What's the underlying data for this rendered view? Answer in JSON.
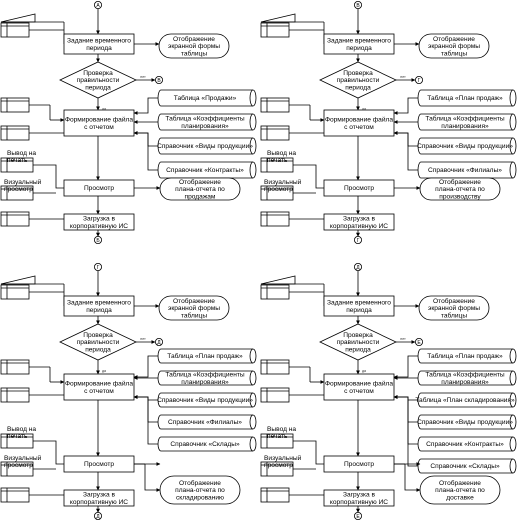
{
  "diagrams": [
    {
      "start_label": "А",
      "end_label": "Б",
      "period_label": "Задание временного периода",
      "screen_form_label": "Отображение экранной формы таблицы",
      "check_label": "Проверка правильности периода",
      "no_label": "нет",
      "yes_label": "да",
      "no_connector": "В",
      "formation_label": "Формирование файла с отчетом",
      "data_sources": [
        "Таблица «Продажи»",
        "Таблица «Коэффициенты планирования»",
        "Справочник «Виды продукции»",
        "Справочник «Контракты»"
      ],
      "print_label": "Вывод на печать",
      "visual_label": "Визуальный просмотр",
      "view_label": "Просмотр",
      "plan_display_label": "Отображение плана-отчета по продажам",
      "load_label": "Загрузка в корпоративную ИС"
    },
    {
      "start_label": "В",
      "end_label": "Г",
      "period_label": "Задание временного периода",
      "screen_form_label": "Отображение экранной формы таблицы",
      "check_label": "Проверка правильности периода",
      "no_label": "нет",
      "yes_label": "да",
      "no_connector": "Г",
      "formation_label": "Формирование файла с отчетом",
      "data_sources": [
        "Таблица «План продаж»",
        "Таблица «Коэффициенты планирования»",
        "Справочник «Виды продукции»",
        "Справочник «Филиалы»"
      ],
      "print_label": "Вывод на печать",
      "visual_label": "Визуальный просмотр",
      "view_label": "Просмотр",
      "plan_display_label": "Отображение плана-отчета по производству",
      "load_label": "Загрузка в корпоративную ИС"
    },
    {
      "start_label": "Г",
      "end_label": "Д",
      "period_label": "Задание временного периода",
      "screen_form_label": "Отображение экранной формы таблицы",
      "check_label": "Проверка правильности периода",
      "no_label": "нет",
      "yes_label": "да",
      "no_connector": "Д",
      "formation_label": "Формирование файла с отчетом",
      "data_sources": [
        "Таблица «План продаж»",
        "Таблица «Коэффициенты планирования»",
        "Справочник «Виды продукции»",
        "Справочник «Филиалы»",
        "Справочник «Склады»"
      ],
      "print_label": "Вывод на печать",
      "visual_label": "Визуальный просмотр",
      "view_label": "Просмотр",
      "plan_display_label": "Отображение плана-отчета по складированию",
      "load_label": "Загрузка в корпоративную ИС"
    },
    {
      "start_label": "Д",
      "end_label": "Е",
      "period_label": "Задание временного периода",
      "screen_form_label": "Отображение экранной формы таблицы",
      "check_label": "Проверка правильности периода",
      "no_label": "нет",
      "yes_label": "да",
      "no_connector": "Е",
      "formation_label": "Формирование файла с отчетом",
      "data_sources": [
        "Таблица «План продаж»",
        "Таблица «Коэффициенты планирования»",
        "Таблица «План складирования»",
        "Справочник «Виды продукции»",
        "Справочник «Контракты»",
        "Справочник «Склады»"
      ],
      "print_label": "Вывод на печать",
      "visual_label": "Визуальный просмотр",
      "view_label": "Просмотр",
      "plan_display_label": "Отображение плана-отчета по доставке",
      "load_label": "Загрузка в корпоративную ИС"
    }
  ]
}
